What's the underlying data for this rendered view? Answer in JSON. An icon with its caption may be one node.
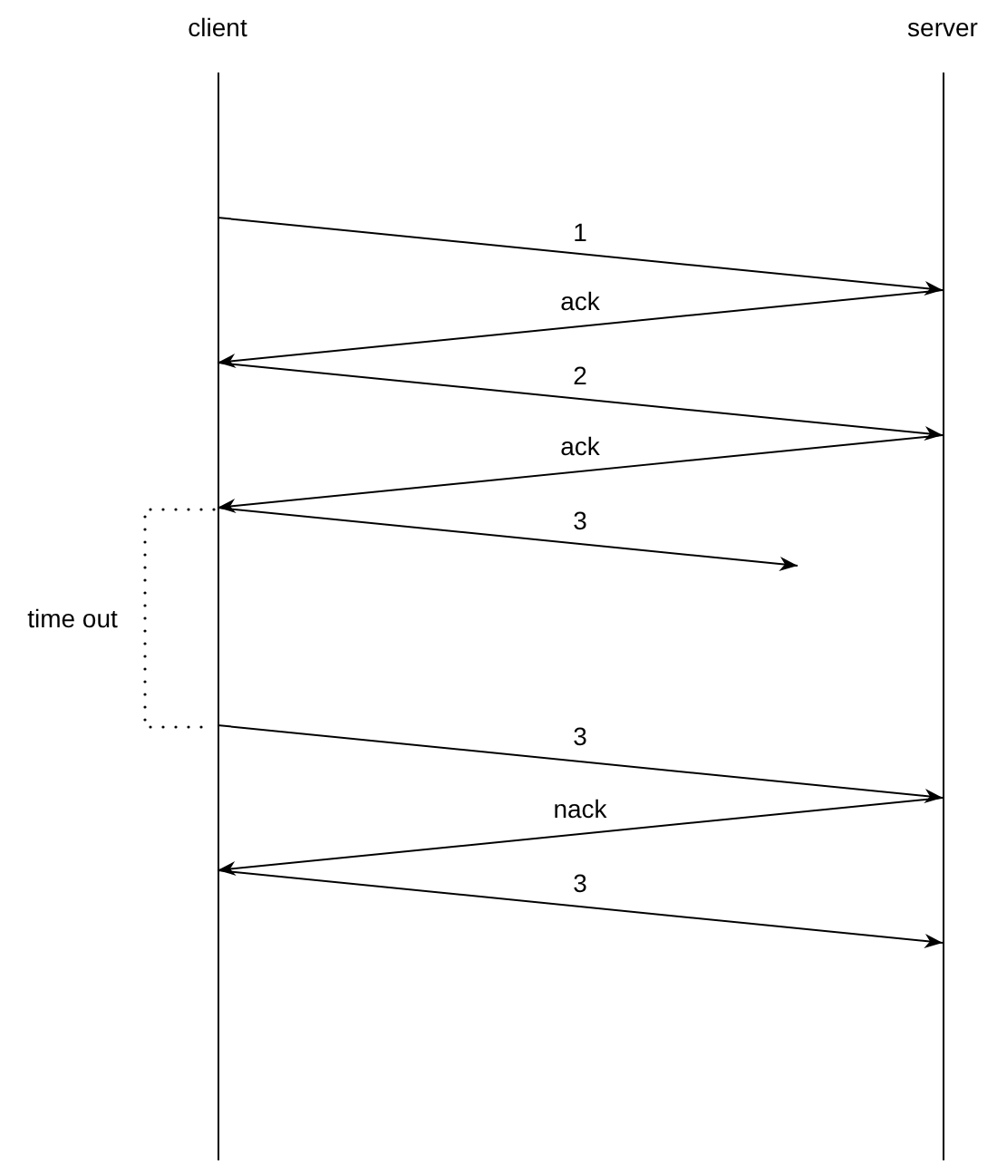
{
  "diagram": {
    "nodes": [
      {
        "text": [
          "client"
        ]
      },
      {
        "text": [
          "server"
        ]
      }
    ],
    "edges": [
      {
        "from": 0,
        "to": 1,
        "arrow": "to",
        "label": "1"
      },
      {
        "from": 1,
        "to": 0,
        "arrow": "to",
        "label": "ack"
      },
      {
        "from": 0,
        "to": 1,
        "arrow": "to",
        "label": "2"
      },
      {
        "from": 1,
        "to": 0,
        "arrow": "to",
        "label": "ack"
      },
      {
        "from": 0,
        "to": null,
        "arrow": "to",
        "label": "3"
      },
      {
        "from": 0,
        "to": 1,
        "arrow": "to",
        "label": "3"
      },
      {
        "from": 1,
        "to": 0,
        "arrow": "to",
        "label": "nack"
      },
      {
        "from": 0,
        "to": 1,
        "arrow": "to",
        "label": "3"
      }
    ],
    "labels": [
      "time out"
    ]
  }
}
